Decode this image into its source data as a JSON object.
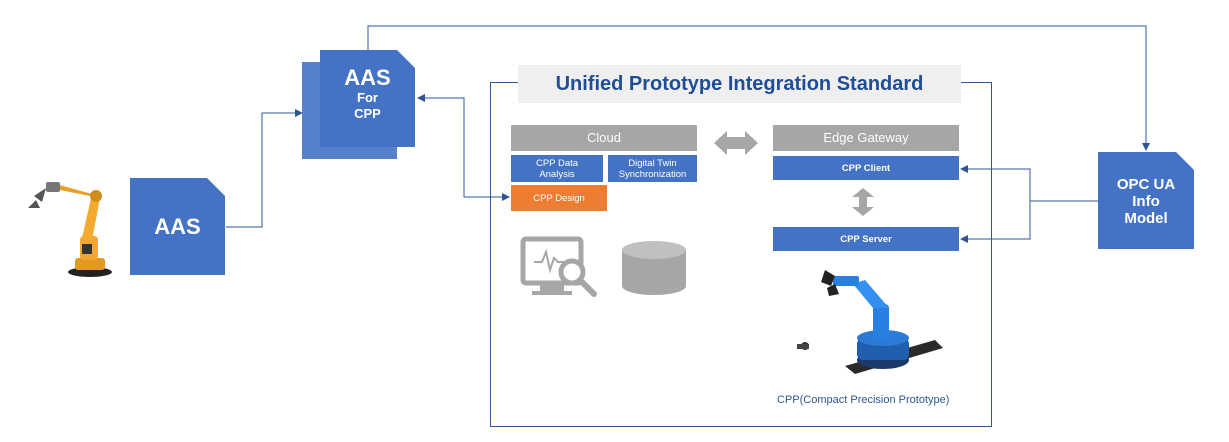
{
  "aas_left": {
    "label": "AAS"
  },
  "aas_for_cpp": {
    "line1": "AAS",
    "line2": "For",
    "line3": "CPP"
  },
  "standard": {
    "title": "Unified Prototype Integration Standard"
  },
  "cloud": {
    "header": "Cloud",
    "cpp_data_analysis": "CPP Data Analysis",
    "digital_twin_sync": "Digital Twin Synchronization",
    "cpp_design": "CPP Design"
  },
  "edge": {
    "header": "Edge Gateway",
    "cpp_client": "CPP Client",
    "cpp_server": "CPP Server"
  },
  "opcua": {
    "line1": "OPC UA",
    "line2": "Info",
    "line3": "Model"
  },
  "cpp_caption": "CPP(Compact Precision Prototype)",
  "colors": {
    "blue": "#4472c4",
    "dark_blue": "#2e5597",
    "orange": "#ed7d31",
    "gray": "#a6a6a6"
  }
}
